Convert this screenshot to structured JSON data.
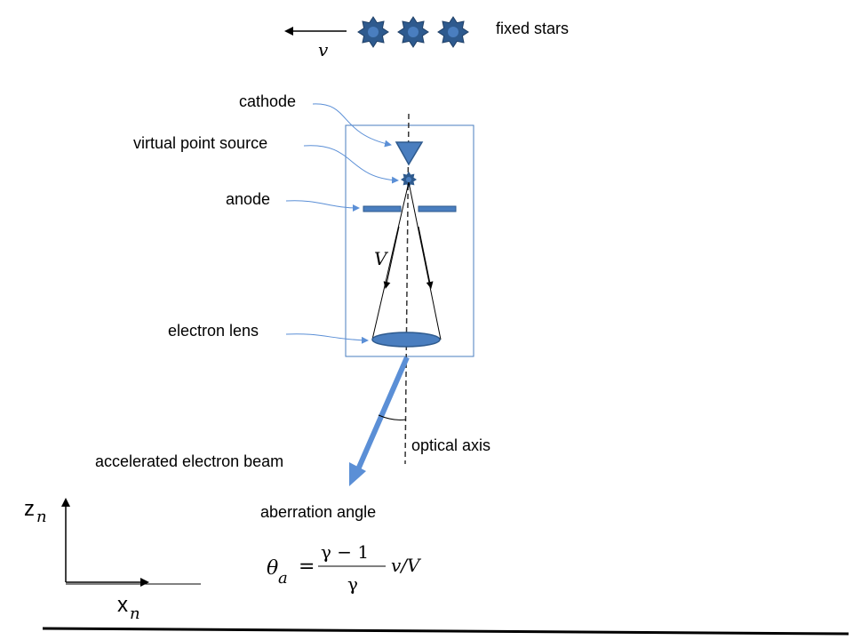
{
  "labels": {
    "velocity": "v",
    "fixed_stars": "fixed stars",
    "cathode": "cathode",
    "virtual_point_source": "virtual point source",
    "anode": "anode",
    "beam_velocity": "V",
    "electron_lens": "electron lens",
    "optical_axis": "optical axis",
    "accelerated_beam": "accelerated electron  beam",
    "aberration_angle": "aberration angle"
  },
  "formula": {
    "lhs_symbol": "θ",
    "lhs_subscript": "a",
    "equals": "=",
    "numerator": "γ    − 1",
    "denominator": "γ",
    "rhs": "v/V"
  },
  "axes": {
    "z_label": "z",
    "z_subscript": "n",
    "x_label": "x",
    "x_subscript": "n"
  },
  "colors": {
    "component_fill": "#4a7ebf",
    "component_stroke": "#2e5a8e",
    "beam": "#5b8fd6",
    "pointer": "#5b8fd6",
    "box": "#4a7ebf"
  },
  "icons": {
    "star": "star-icon",
    "cathode": "triangle-icon",
    "lens": "ellipse-icon"
  }
}
